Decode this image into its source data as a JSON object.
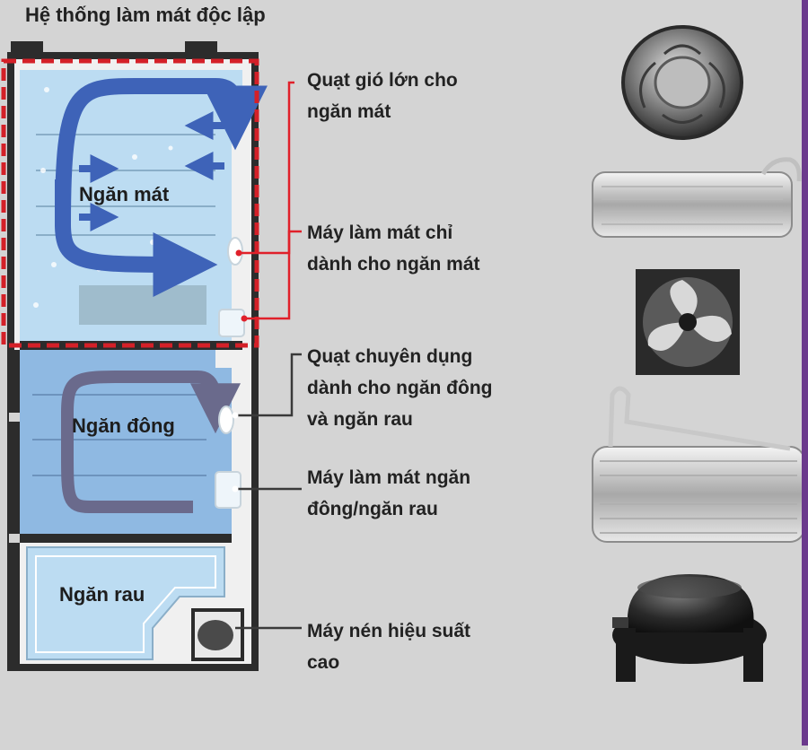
{
  "title": "Hệ thống làm mát độc lập",
  "compartments": {
    "fridge": "Ngăn mát",
    "freezer": "Ngăn đông",
    "vegetable": "Ngăn rau"
  },
  "callouts": [
    {
      "lines": [
        "Quạt gió lớn cho",
        "ngăn mát"
      ],
      "icon": "large-fan-icon"
    },
    {
      "lines": [
        "Máy làm mát chỉ",
        "dành cho ngăn mát"
      ],
      "icon": "evaporator-coil-icon"
    },
    {
      "lines": [
        "Quạt chuyên dụng",
        "dành cho ngăn đông",
        "và ngăn rau"
      ],
      "icon": "square-fan-icon"
    },
    {
      "lines": [
        "Máy làm mát ngăn",
        "đông/ngăn rau"
      ],
      "icon": "large-evaporator-coil-icon"
    },
    {
      "lines": [
        "Máy nén hiệu suất",
        "cao"
      ],
      "icon": "compressor-icon"
    }
  ],
  "colors": {
    "fridge_zone": "#bcdcf2",
    "freezer_zone": "#8fb9e2",
    "airflow_fridge": "#3e63b8",
    "airflow_freezer": "#6a6a8c",
    "leader_red": "#e0202a",
    "outline_red": "#d42028",
    "cabinet": "#2c2c2c"
  }
}
